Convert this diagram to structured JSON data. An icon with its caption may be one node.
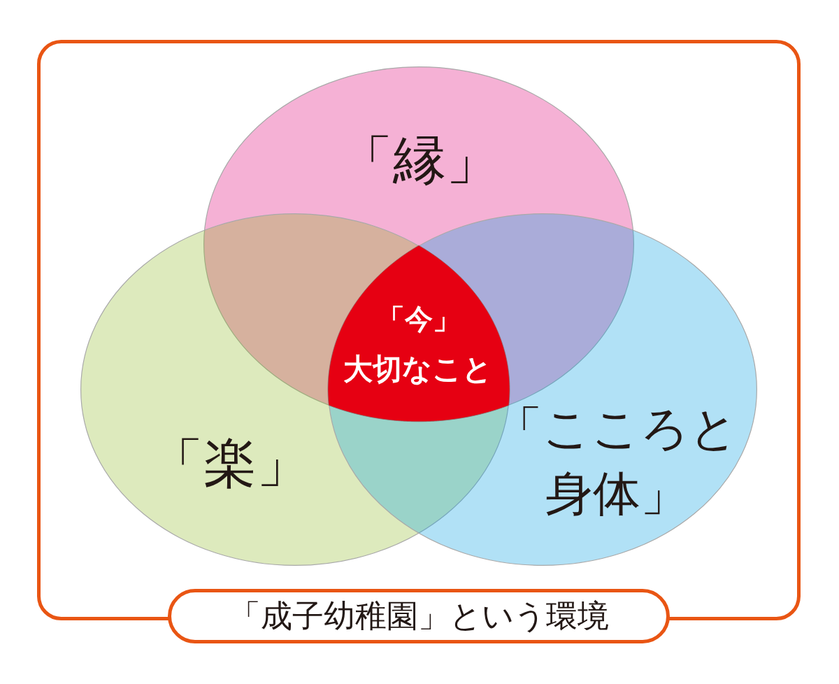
{
  "diagram": {
    "nodes": [
      {
        "text": [
          "「成子幼稚園」という環境"
        ]
      },
      {
        "text": [
          "「縁」"
        ],
        "in": 0
      },
      {
        "text": [
          "「楽」"
        ],
        "in": 0
      },
      {
        "text": [
          "「こころと身体」"
        ],
        "in": 0
      },
      {
        "text": [
          "「今」",
          "大切なこと"
        ]
      }
    ]
  }
}
